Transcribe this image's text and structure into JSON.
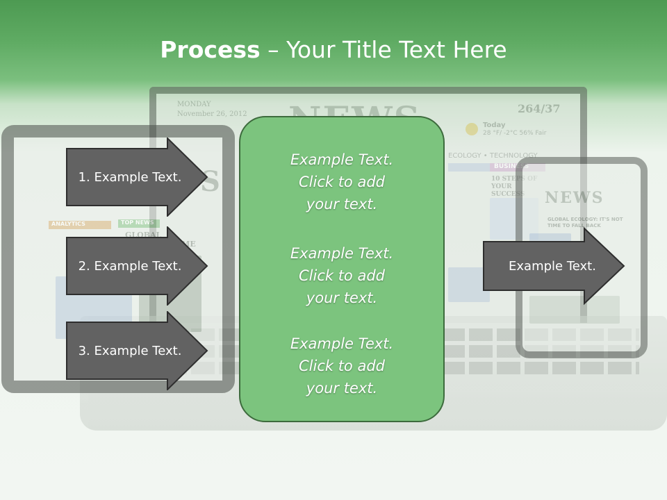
{
  "title": {
    "bold": "Process",
    "rest": " – Your Title Text Here"
  },
  "left_arrows": [
    {
      "label": "1. Example Text."
    },
    {
      "label": "2. Example Text."
    },
    {
      "label": "3. Example Text."
    }
  ],
  "center_box": {
    "blocks": [
      {
        "line1": "Example Text.",
        "line2": "Click  to add",
        "line3": "your text."
      },
      {
        "line1": "Example Text.",
        "line2": "Click  to add",
        "line3": "your text."
      },
      {
        "line1": "Example Text.",
        "line2": "Click  to add",
        "line3": "your text."
      }
    ]
  },
  "right_arrow": {
    "label": "Example Text."
  },
  "background": {
    "laptop": {
      "masthead": "NEWS",
      "day": "MONDAY",
      "date": "November 26, 2012",
      "issue": "264/37",
      "weather_label": "Today",
      "weather": "28 °F/ -2°C  56%  Fair",
      "sections": "ECOLOGY  •  TECHNOLOGY",
      "business": "BUSINESS",
      "headline": "10 STEPS OF YOUR SUCCESS"
    },
    "phone": {
      "masthead": "NEWS",
      "headline": "GLOBAL ECOLOGY: IT'S NOT TIME TO FALL BACK"
    },
    "tablet": {
      "masthead": "NEWS",
      "analytics": "ANALYTICS",
      "top_news": "TOP NEWS",
      "headline": "GLOBAL ECOLOGY: TIME TO FALL BA"
    }
  },
  "colors": {
    "header_green": "#5fab63",
    "box_green": "#7cc47e",
    "arrow_gray": "#626262"
  }
}
